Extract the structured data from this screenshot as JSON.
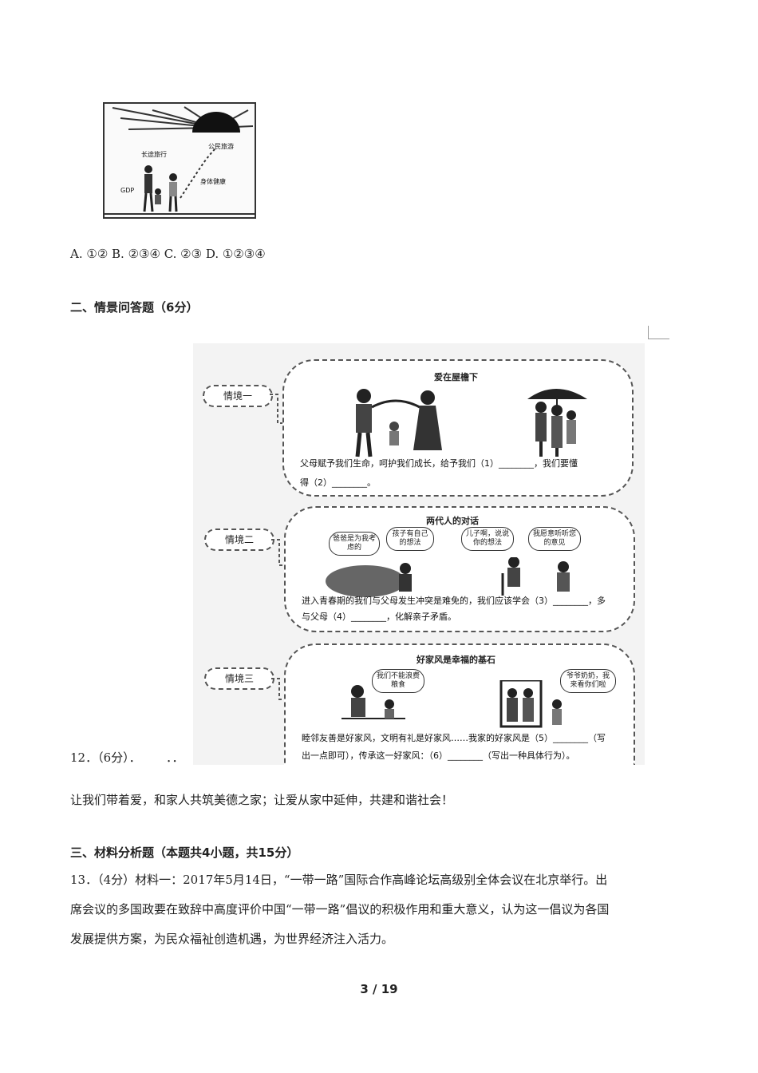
{
  "figure_top": {
    "labels": [
      "长途旅行",
      "公民旅游",
      "GDP",
      "身体健康"
    ]
  },
  "q11_options": "A. ①② B. ②③④    C. ②③ D. ①②③④",
  "section2_title": "二、情景问答题（6分）",
  "scene": {
    "s1": {
      "tag": "情境一",
      "title": "爱在屋檐下",
      "line1": "父母赋予我们生命，呵护我们成长，给予我们（1）________，我们要懂",
      "line2": "得（2）________。"
    },
    "s2": {
      "tag": "情境二",
      "title": "两代人的对话",
      "bubbles": [
        "爸爸是为我考虑的",
        "孩子有自己的想法",
        "儿子啊，说说你的想法",
        "我愿意听听您的意见"
      ],
      "line1": "进入青春期的我们与父母发生冲突是难免的，我们应该学会（3）________，多",
      "line2": "与父母（4）________，化解亲子矛盾。"
    },
    "s3": {
      "tag": "情境三",
      "title": "好家风是幸福的基石",
      "bubbles": [
        "我们不能浪费粮食",
        "爷爷奶奶，我来看你们啦"
      ],
      "line1": "睦邻友善是好家风，文明有礼是好家风……我家的好家风是（5）________（写",
      "line2": "出一点即可），传承这一好家风：（6）________（写出一种具体行为）。"
    }
  },
  "q12_label": "12．（6分）．",
  "q12_tail": "．．",
  "q12_text": "让我们带着爱，和家人共筑美德之家；让爱从家中延伸，共建和谐社会！",
  "section3_title": "三、材料分析题（本题共4小题，共15分）",
  "q13_lines": [
    "13．（4分）材料一：2017年5月14日，“一带一路”国际合作高峰论坛高级别全体会议在北京举行。出",
    "席会议的多国政要在致辞中高度评价中国“一带一路”倡议的积极作用和重大意义，认为这一倡议为各国",
    "发展提供方案，为民众福祉创造机遇，为世界经济注入活力。"
  ],
  "page_number": "3 / 19"
}
